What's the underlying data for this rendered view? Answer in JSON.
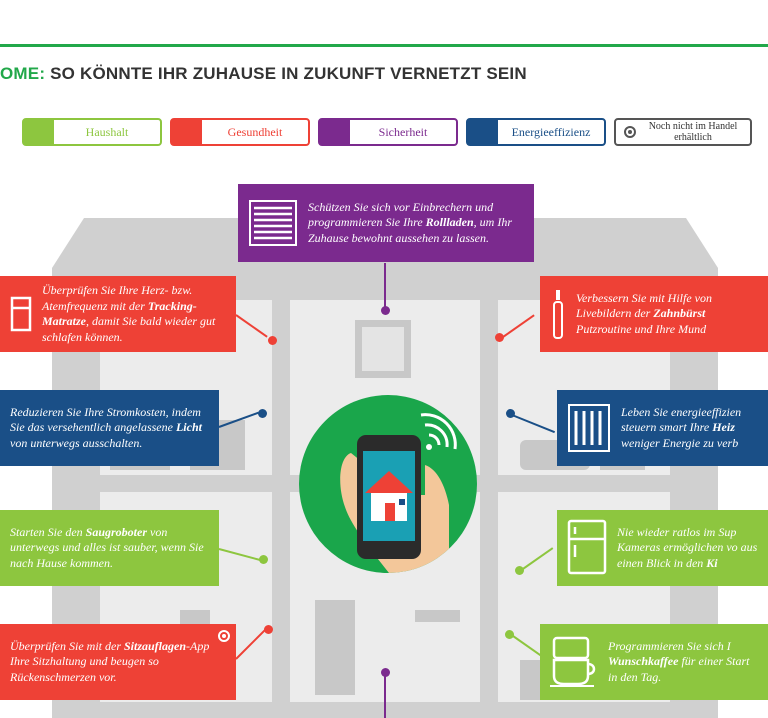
{
  "header": {
    "title_accent": "OME:",
    "title_rest": " SO KÖNNTE IHR ZUHAUSE IN ZUKUNFT VERNETZT SEIN"
  },
  "legend": {
    "haushalt": "Haushalt",
    "gesundheit": "Gesundheit",
    "sicherheit": "Sicherheit",
    "energieeffizienz": "Energieeffizienz",
    "not_available": "Noch nicht im Handel erhältlich"
  },
  "colors": {
    "haushalt": "#8dc63f",
    "gesundheit": "#ee4136",
    "sicherheit": "#7b2a8e",
    "energieeffizienz": "#1a4f87",
    "header_accent": "#22a84a",
    "house": "#d0d0d0"
  },
  "cards": {
    "rolladen": {
      "pre": "Schützen Sie sich vor Einbrechern und programmieren Sie Ihre ",
      "bold": "Rollladen",
      "post": ", um Ihr Zuhause bewohnt aussehen zu lassen.",
      "icon": "blinds-icon"
    },
    "matratze": {
      "pre": "Überprüfen Sie Ihre Herz- bzw. Atemfrequenz mit der ",
      "bold": "Tracking-Matratze",
      "post": ", damit Sie bald wieder gut schlafen können.",
      "icon": "bed-icon"
    },
    "zahnbuerste": {
      "pre": "Verbessern Sie mit Hilfe von Livebildern der ",
      "bold": "Zahnbürst",
      "post": " Putzroutine und Ihre Mund",
      "icon": "toothbrush-icon"
    },
    "licht": {
      "pre": "Reduzieren Sie Ihre Stromkosten, indem Sie das versehentlich angelassene ",
      "bold": "Licht",
      "post": " von unterwegs ausschalten.",
      "icon": ""
    },
    "heizung": {
      "pre": "Leben Sie energieeffizien steuern smart Ihre ",
      "bold": "Heiz",
      "post": " weniger Energie zu verb",
      "icon": "radiator-icon"
    },
    "saugroboter": {
      "pre": "Starten Sie den ",
      "bold": "Saugroboter",
      "post": " von unterwegs und alles ist sauber, wenn Sie nach Hause kommen.",
      "icon": ""
    },
    "kuehlschrank": {
      "pre": "Nie wieder ratlos im Sup Kameras ermöglichen vo aus einen Blick in den ",
      "bold": "Ki",
      "post": "",
      "icon": "fridge-icon"
    },
    "sitzauflagen": {
      "pre": "Überprüfen Sie mit der ",
      "bold": "Sitzauflagen",
      "post": "-App Ihre Sitzhaltung und beugen so Rückenschmerzen vor.",
      "icon": ""
    },
    "kaffee": {
      "pre": "Programmieren Sie sich I ",
      "bold": "Wunschkaffee",
      "post": " für einer Start in den Tag.",
      "icon": "coffee-machine-icon"
    }
  }
}
